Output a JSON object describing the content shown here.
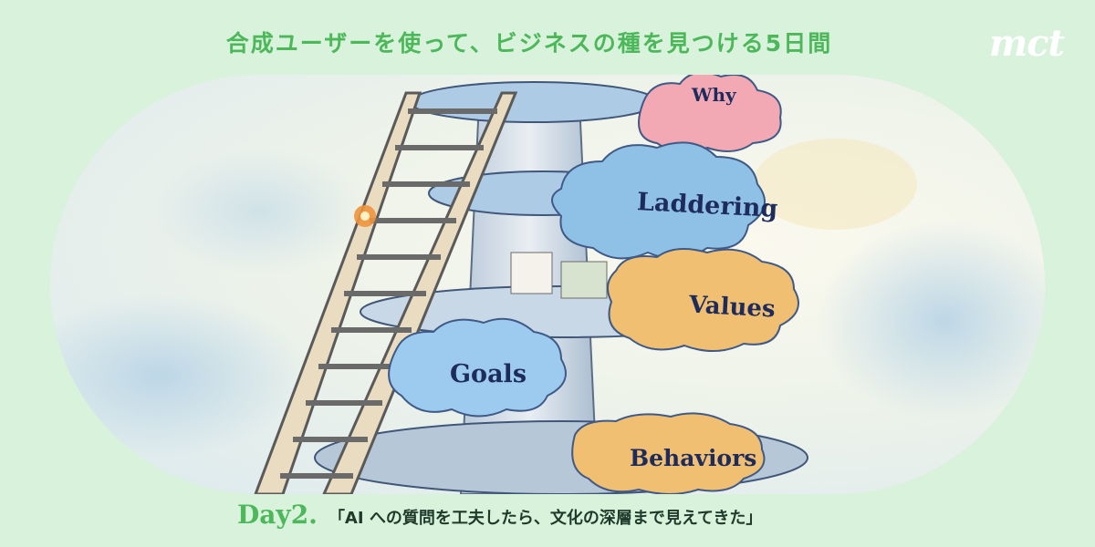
{
  "header": {
    "title": "合成ユーザーを使って、ビジネスの種を見つける5日間",
    "logo_text": "mct"
  },
  "illustration": {
    "clouds": [
      {
        "label": "Why",
        "color": "#f3a9b4"
      },
      {
        "label": "Laddering",
        "color": "#8fc1e6"
      },
      {
        "label": "Values",
        "color": "#f1bf72"
      },
      {
        "label": "Goals",
        "color": "#9ccbef"
      },
      {
        "label": "Behaviors",
        "color": "#f1bf72"
      }
    ]
  },
  "footer": {
    "day": "Day2.",
    "subtitle": "「AI への質問を工夫したら、文化の深層まで見えてきた」"
  }
}
